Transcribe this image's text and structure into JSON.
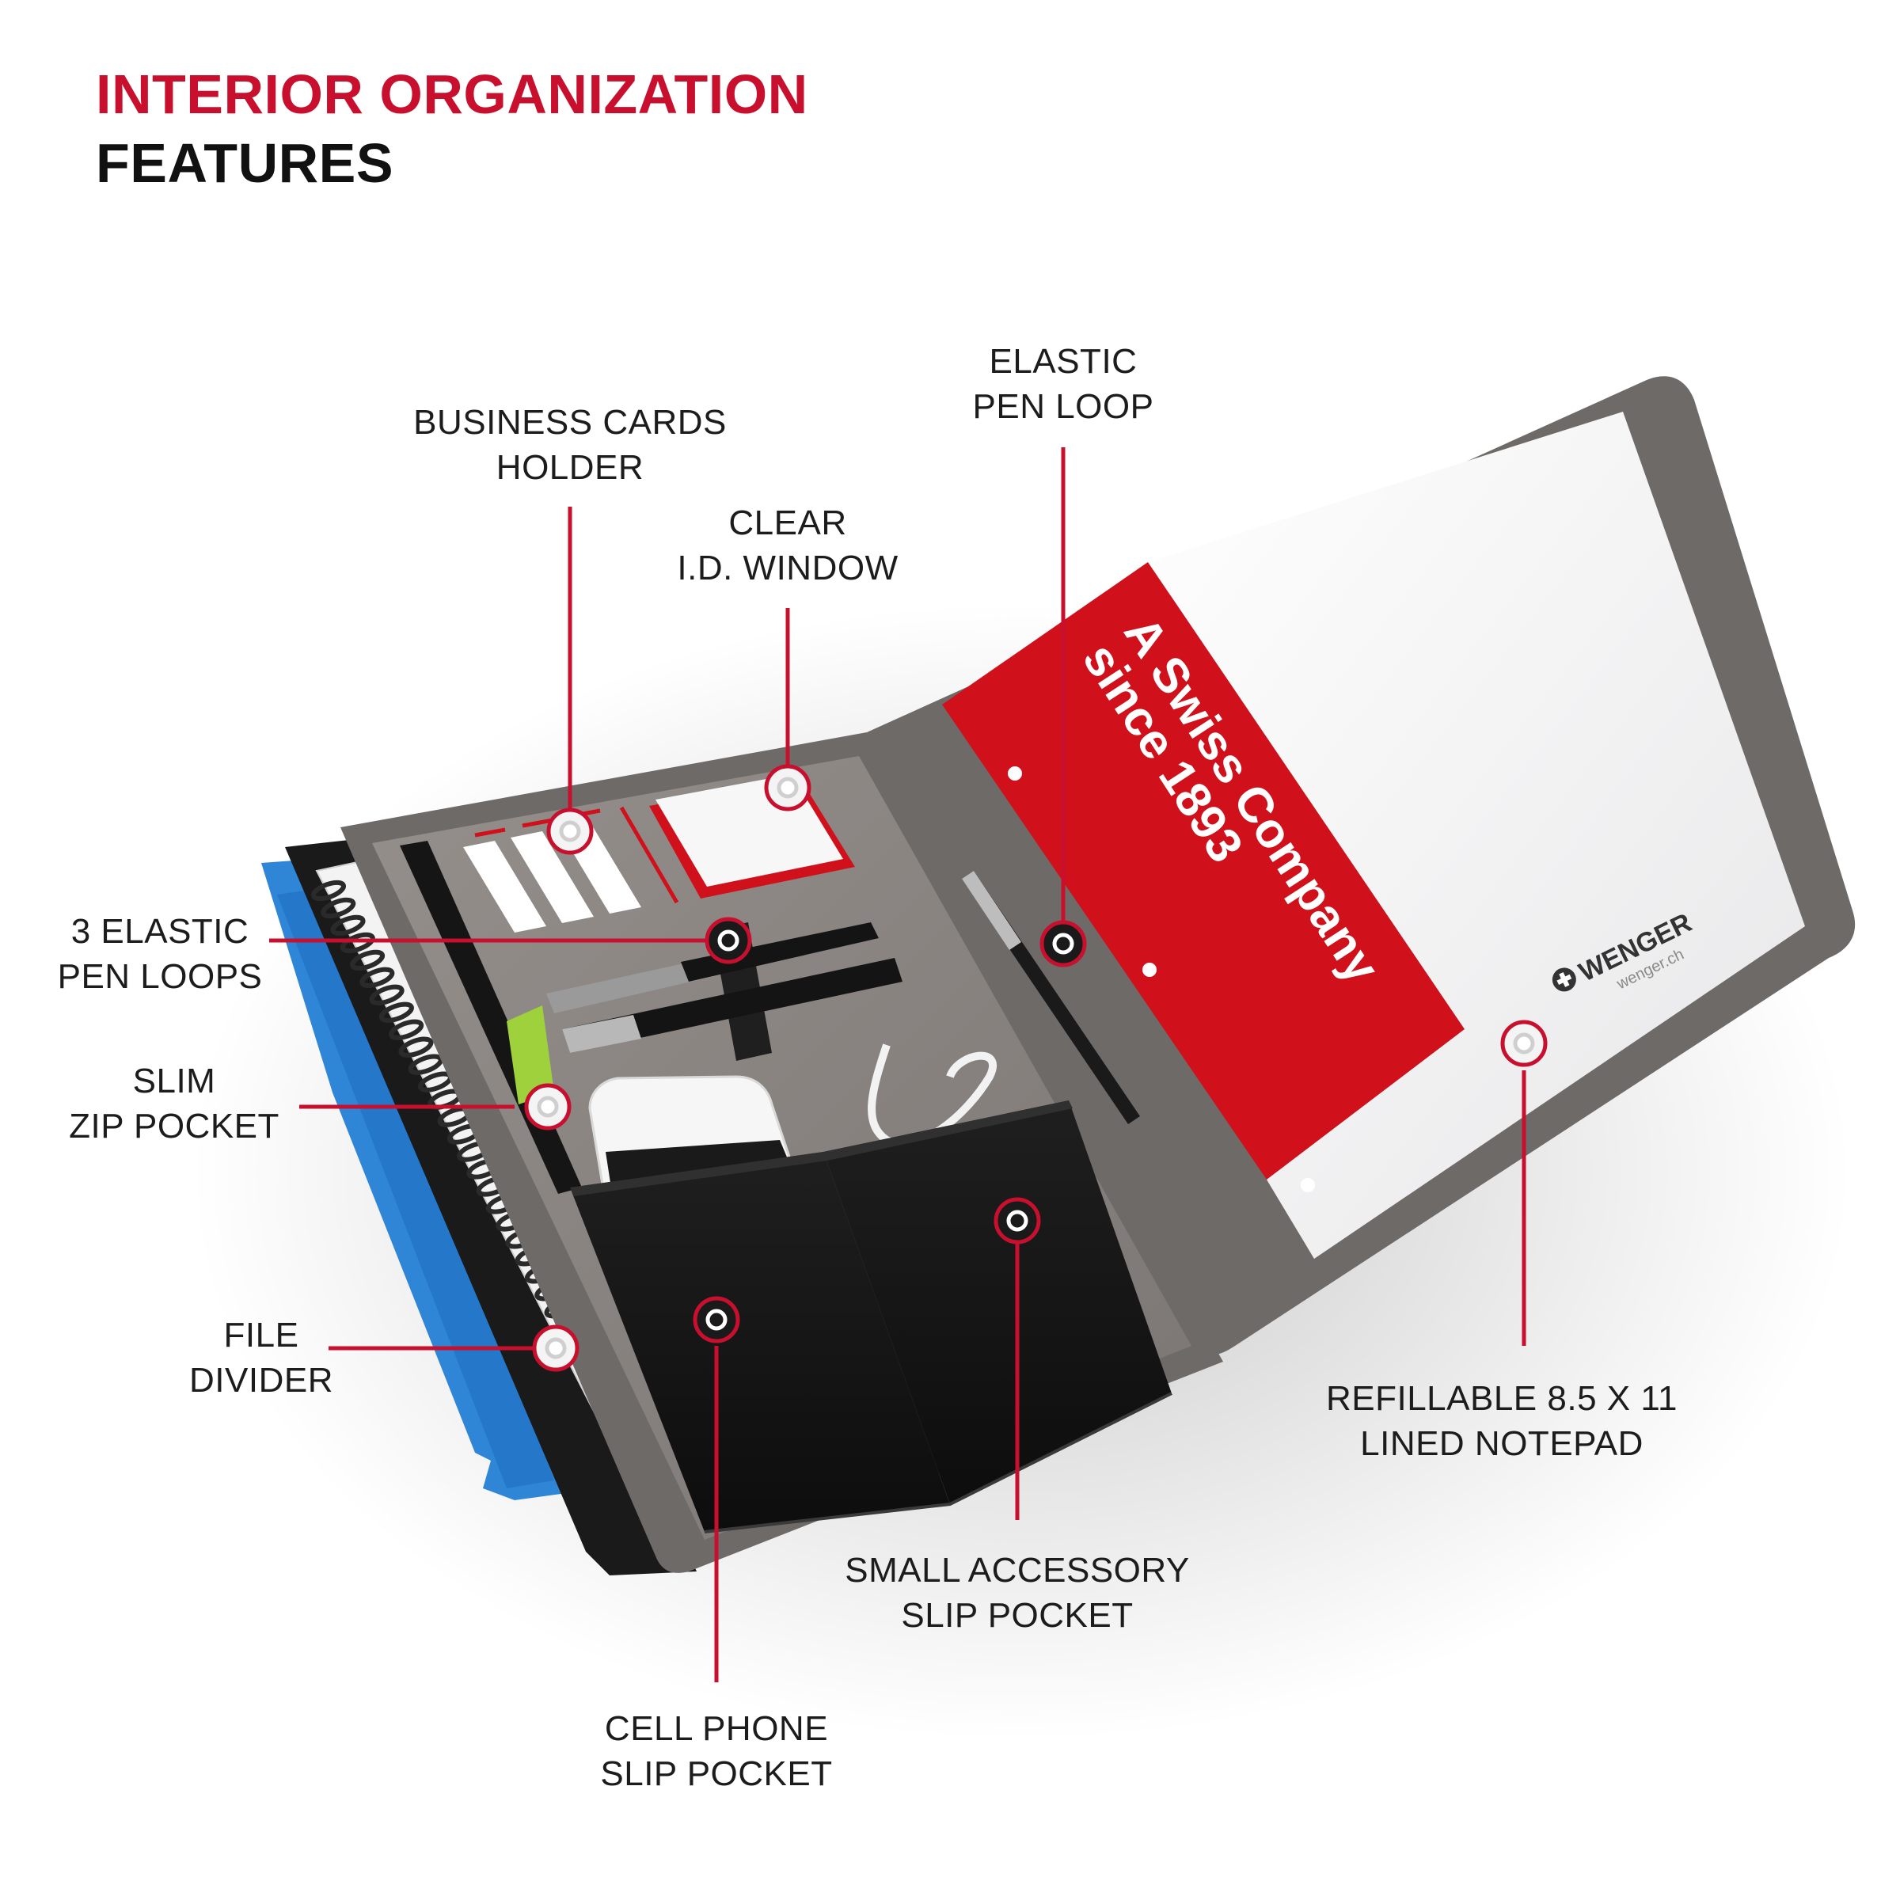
{
  "header": {
    "line1": "INTERIOR ORGANIZATION",
    "line2": "FEATURES"
  },
  "colors": {
    "accent": "#c8102e",
    "title_dark": "#111111",
    "label_text": "#1c1c1c",
    "folio_frame": "#6e6a68",
    "folio_panel": "#88827f",
    "notebook_red": "#d0111b",
    "pocket_black": "#161616",
    "divider_blue": "#2f86d6",
    "paper_white": "#f3f3f4"
  },
  "icons": {
    "marker": "ring-marker-icon",
    "brand": "wenger-cross-icon"
  },
  "notepad": {
    "slogan_line1": "A Swiss Company",
    "slogan_line2": "since 1893",
    "brand": "WENGER",
    "website": "wenger.ch"
  },
  "callouts": {
    "business_cards_holder": {
      "line1": "BUSINESS CARDS",
      "line2": "HOLDER"
    },
    "clear_id_window": {
      "line1": "CLEAR",
      "line2": "I.D. WINDOW"
    },
    "elastic_pen_loop": {
      "line1": "ELASTIC",
      "line2": "PEN LOOP"
    },
    "three_elastic_pen_loops": {
      "line1": "3 ELASTIC",
      "line2": "PEN LOOPS"
    },
    "slim_zip_pocket": {
      "line1": "SLIM",
      "line2": "ZIP POCKET"
    },
    "file_divider": {
      "line1": "FILE",
      "line2": "DIVIDER"
    },
    "refillable_notepad": {
      "line1": "REFILLABLE 8.5 X 11",
      "line2": "LINED NOTEPAD"
    },
    "small_accessory_pocket": {
      "line1": "SMALL ACCESSORY",
      "line2": "SLIP POCKET"
    },
    "cell_phone_pocket": {
      "line1": "CELL PHONE",
      "line2": "SLIP POCKET"
    }
  }
}
